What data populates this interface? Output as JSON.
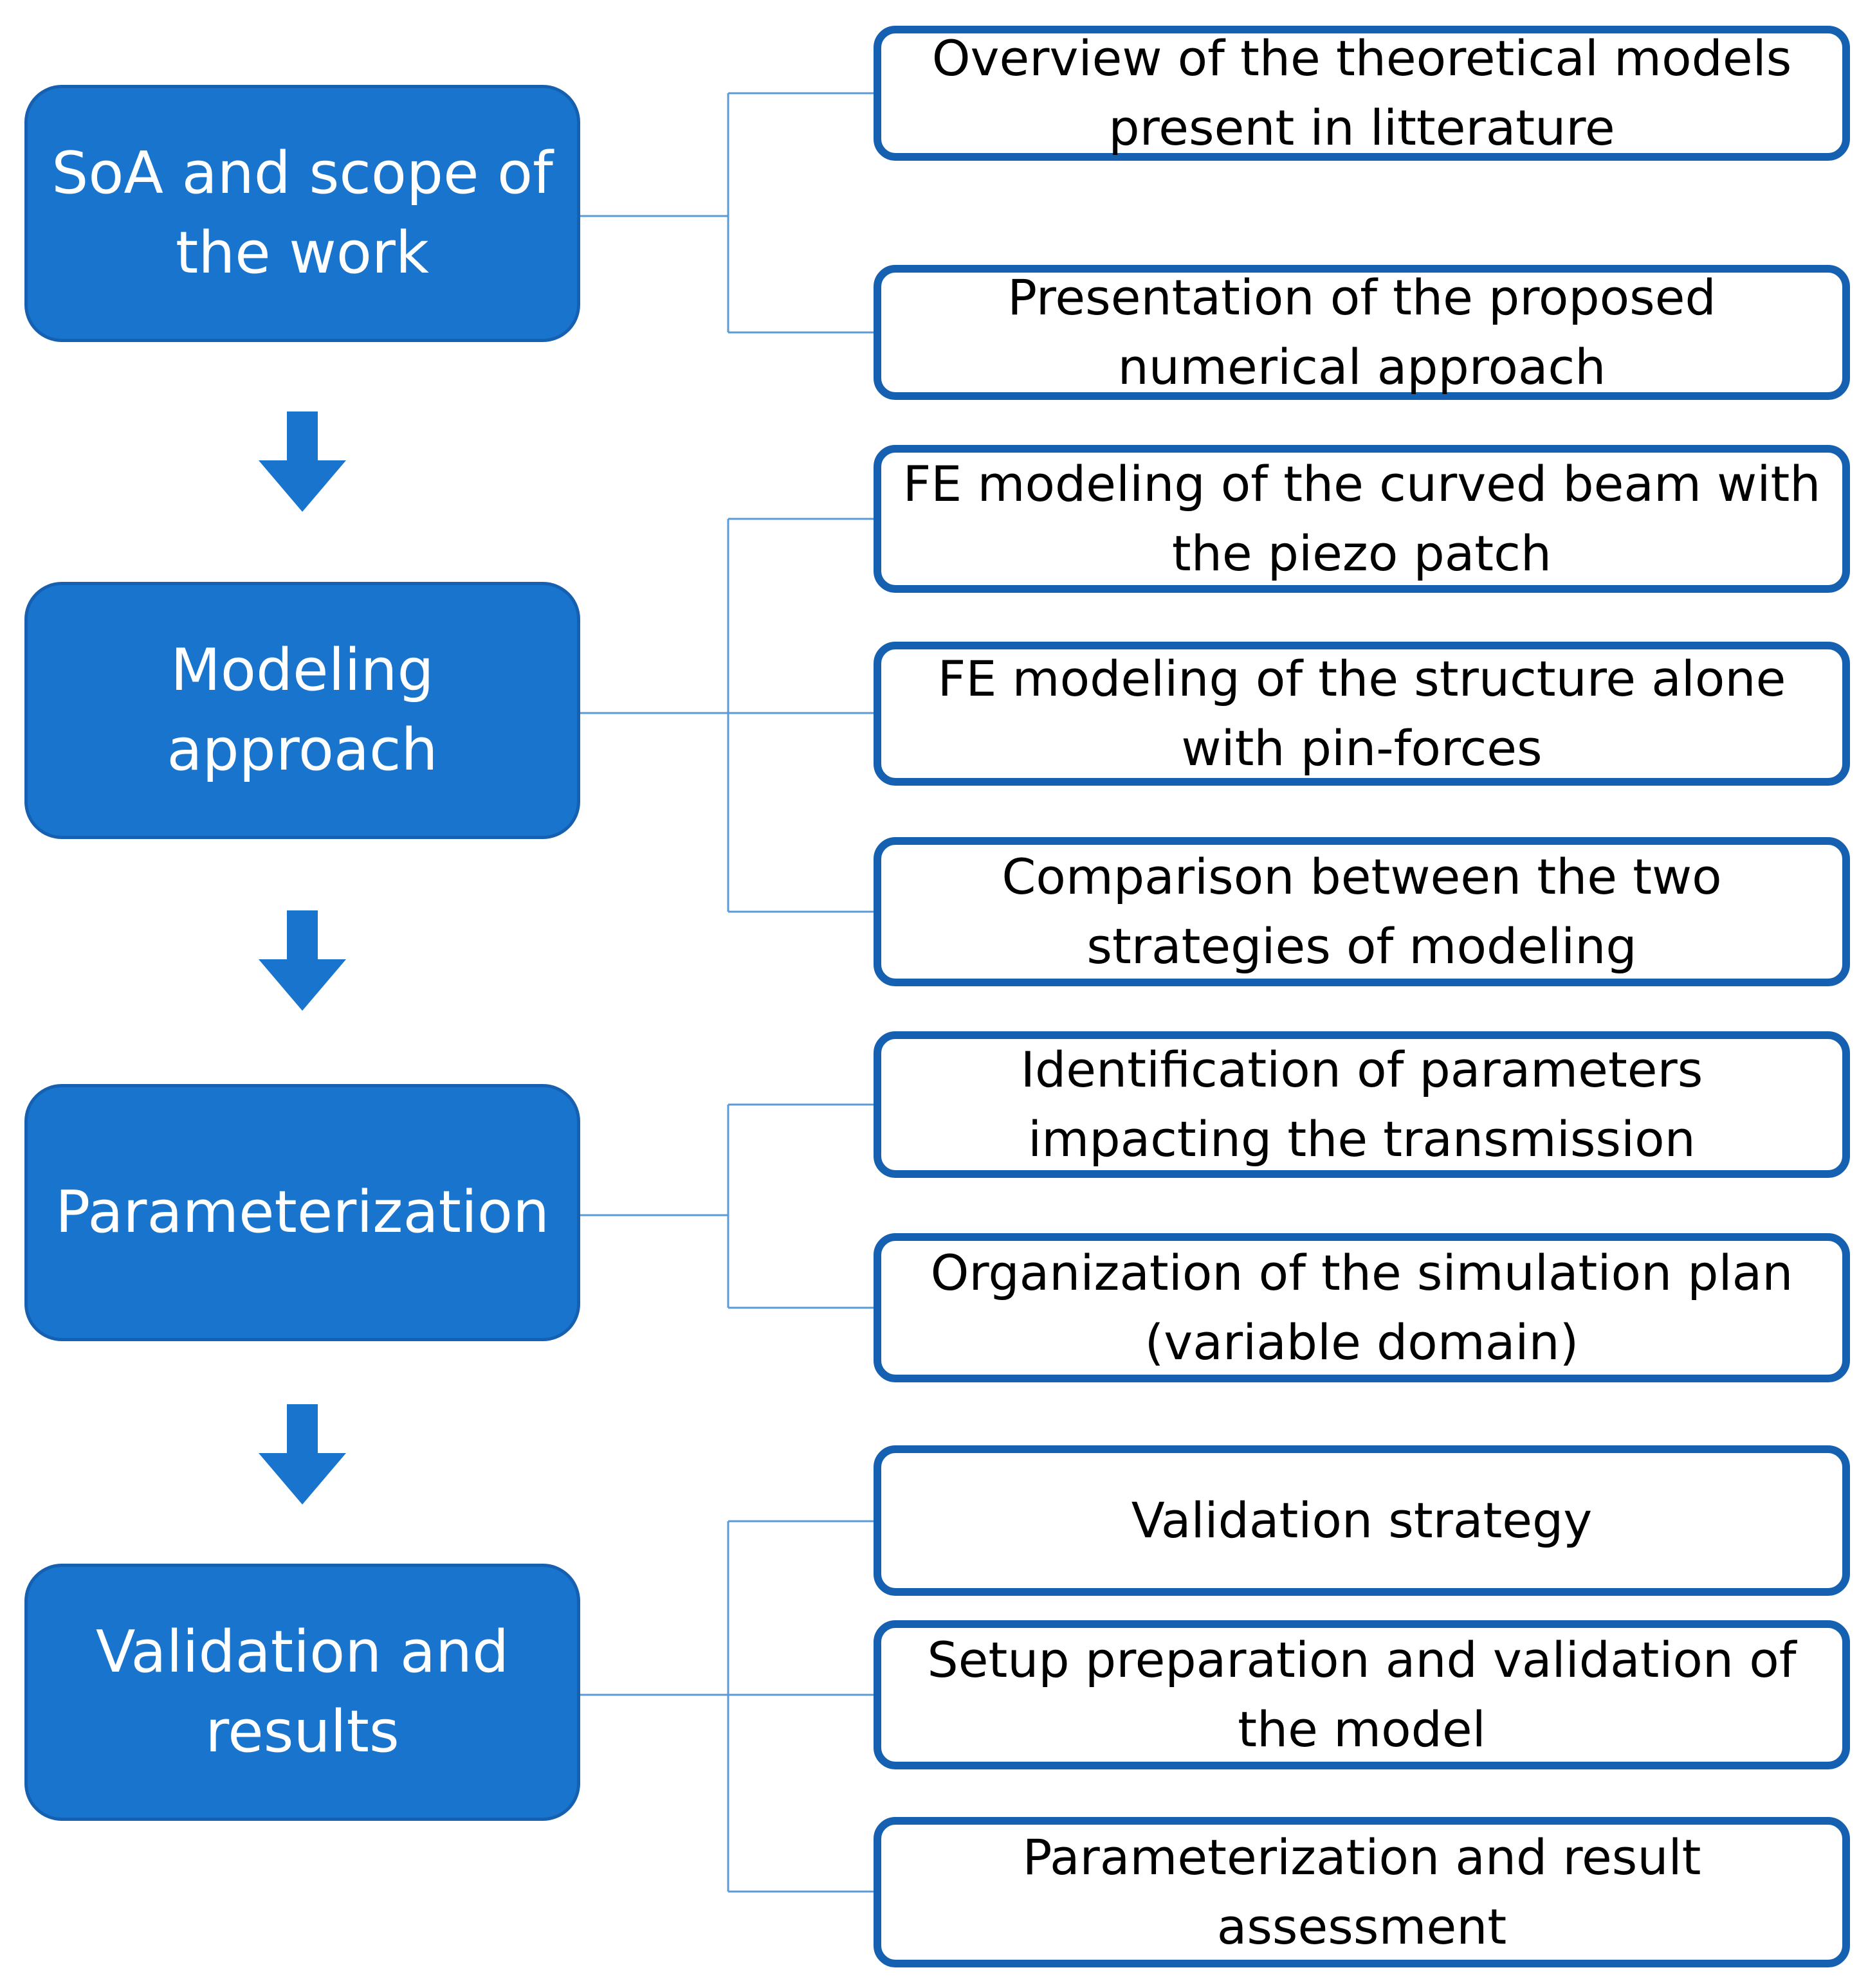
{
  "colors": {
    "stage_fill": "#1874CD",
    "stage_border": "#1560B0",
    "task_border": "#1560B0",
    "connector": "#5B9BD5",
    "arrow": "#1874CD"
  },
  "stages": [
    {
      "label": "SoA and scope of\nthe work",
      "tasks": [
        "Overview of the theoretical models\npresent in litterature",
        "Presentation of the proposed\nnumerical approach"
      ]
    },
    {
      "label": "Modeling\napproach",
      "tasks": [
        "FE modeling of the curved beam with\nthe piezo patch",
        "FE modeling of the structure alone\nwith pin-forces",
        "Comparison between the two\nstrategies of modeling"
      ]
    },
    {
      "label": "Parameterization",
      "tasks": [
        "Identification of parameters\nimpacting the transmission",
        "Organization of the simulation plan\n(variable domain)"
      ]
    },
    {
      "label": "Validation and\nresults",
      "tasks": [
        "Validation strategy",
        "Setup preparation and validation of\nthe model",
        "Parameterization and result\nassessment"
      ]
    }
  ]
}
